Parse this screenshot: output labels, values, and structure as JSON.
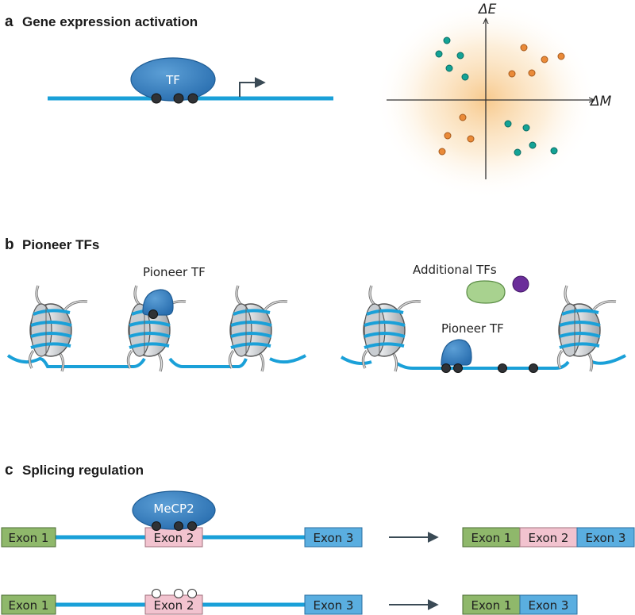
{
  "panels": {
    "a": {
      "letter": "a",
      "title": "Gene expression activation",
      "tf_label": "TF"
    },
    "b": {
      "letter": "b",
      "title": "Pioneer TFs",
      "pioneer_label": "Pioneer TF",
      "pioneer_label_right": "Pioneer TF",
      "additional_label": "Additional TFs"
    },
    "c": {
      "letter": "c",
      "title": "Splicing regulation",
      "mecp2_label": "MeCP2",
      "exon1": "Exon 1",
      "exon2": "Exon 2",
      "exon3": "Exon 3"
    }
  },
  "axes": {
    "x": "ΔM",
    "y": "ΔE"
  },
  "colors": {
    "dna": "#1aa0d8",
    "tf": "#3c86c6",
    "teal": "#13a396",
    "orange": "#ea8a38",
    "exon1": "#8fb86b",
    "exon2": "#f2c3cf",
    "exon3": "#5aaee0",
    "additional_tf": "#a8d28f",
    "purple": "#6b2e9a"
  }
}
